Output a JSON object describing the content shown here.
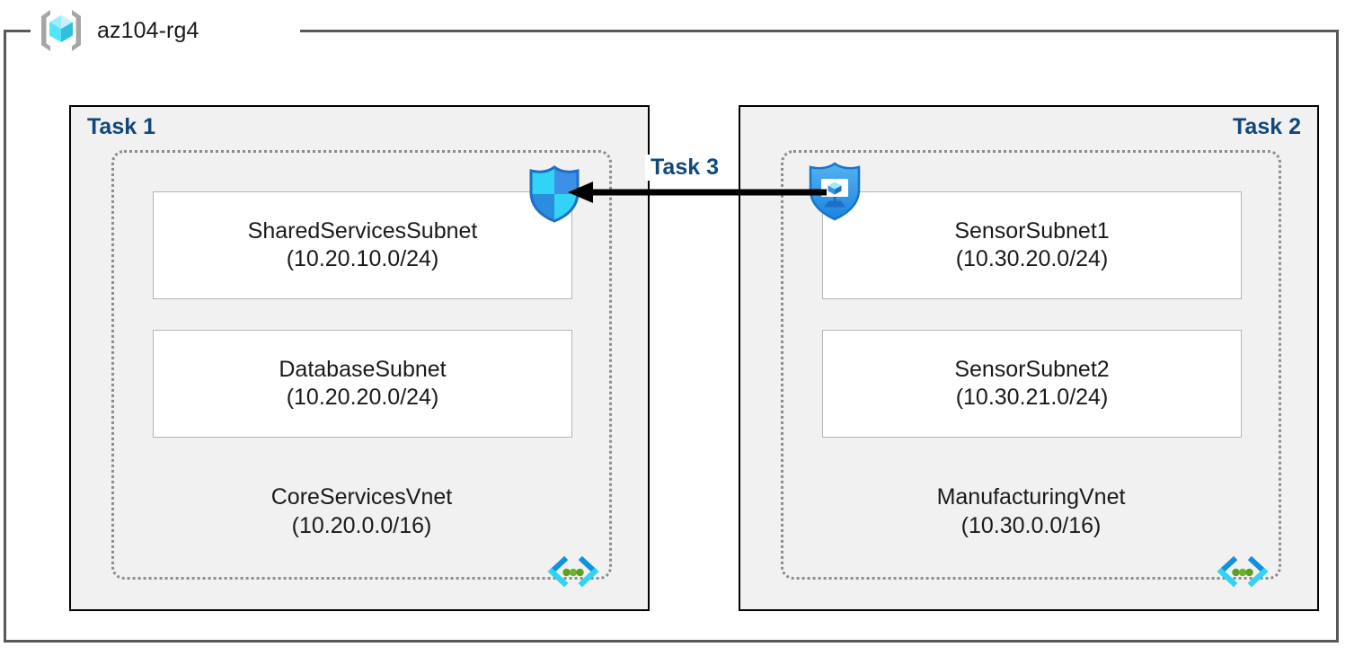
{
  "resource_group": {
    "name": "az104-rg4",
    "icon": "resource-group-cube-icon"
  },
  "connector": {
    "label": "Task 3",
    "direction": "right-to-left",
    "arrow_icon": "left-arrow-icon"
  },
  "icons": {
    "nsg": "shield-icon",
    "gateway": "shield-monitor-icon",
    "vnet": "virtual-network-icon"
  },
  "tasks": [
    {
      "label": "Task 1",
      "label_align": "left",
      "vnet": {
        "name": "CoreServicesVnet",
        "cidr": "(10.20.0.0/16)",
        "subnets": [
          {
            "name": "SharedServicesSubnet",
            "cidr": "(10.20.10.0/24)"
          },
          {
            "name": "DatabaseSubnet",
            "cidr": "(10.20.20.0/24)"
          }
        ]
      }
    },
    {
      "label": "Task 2",
      "label_align": "right",
      "vnet": {
        "name": "ManufacturingVnet",
        "cidr": "(10.30.0.0/16)",
        "subnets": [
          {
            "name": "SensorSubnet1",
            "cidr": "(10.30.20.0/24)"
          },
          {
            "name": "SensorSubnet2",
            "cidr": "(10.30.21.0/24)"
          }
        ]
      }
    }
  ],
  "colors": {
    "task_label": "#11487b",
    "frame_border": "#595959",
    "task_border": "#000000",
    "task_fill": "#f1f1f1",
    "vnet_dotted": "#8c8c8c",
    "subnet_border": "#b4b4b4",
    "azure_blue": "#0078d4",
    "cube_cyan": "#50e6ff",
    "vnet_dot_green": "#5e9e28"
  }
}
